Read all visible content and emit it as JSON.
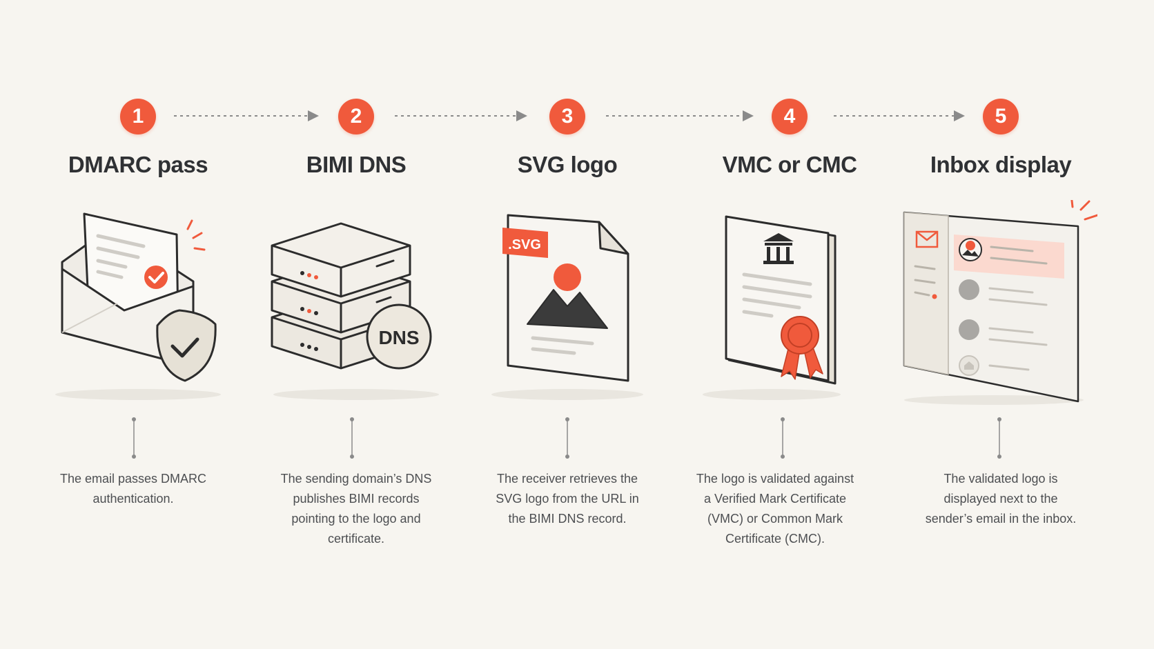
{
  "steps": [
    {
      "number": "1",
      "title": "DMARC pass",
      "description": "The email passes DMARC authentication."
    },
    {
      "number": "2",
      "title": "BIMI DNS",
      "description": "The sending domain’s DNS publishes BIMI records pointing to the logo and certificate."
    },
    {
      "number": "3",
      "title": "SVG logo",
      "description": "The receiver retrieves the SVG logo from the URL in the BIMI DNS record."
    },
    {
      "number": "4",
      "title": "VMC or CMC",
      "description": "The logo is validated against a Verified Mark Certificate (VMC) or Common Mark Certificate (CMC)."
    },
    {
      "number": "5",
      "title": "Inbox display",
      "description": "The validated logo is displayed next to the sender’s email in the inbox."
    }
  ],
  "labels": {
    "dns_badge": "DNS",
    "svg_tag": ".SVG"
  },
  "icons": {
    "step1": "envelope-with-check-shield-icon",
    "step2": "server-stack-dns-icon",
    "step3": "svg-file-icon",
    "step4": "certificate-with-seal-icon",
    "step5": "inbox-window-icon"
  },
  "colors": {
    "accent": "#f05a3c",
    "text_dark": "#2f3134",
    "text_body": "#4d4f52",
    "background": "#f7f5f0",
    "outline": "#2c2c2c"
  }
}
